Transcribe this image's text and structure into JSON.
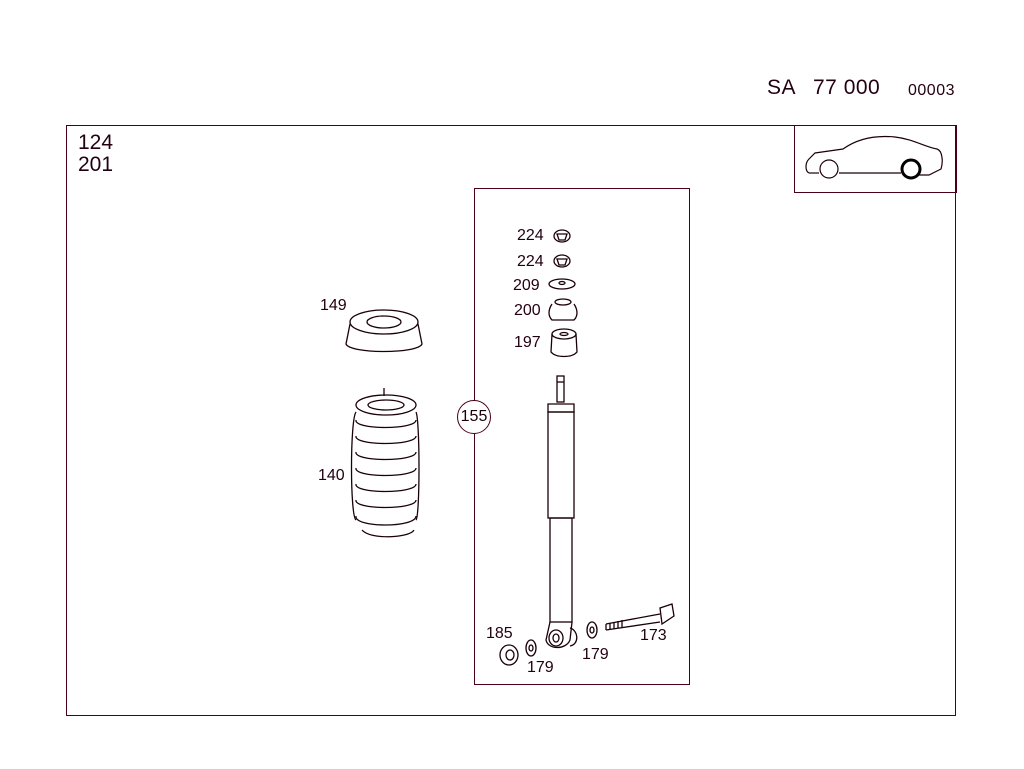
{
  "header": {
    "code_prefix": "SA",
    "code_number": "77 000",
    "sheet_number": "00003"
  },
  "model": {
    "line1": "124",
    "line2": "201"
  },
  "thumbnail": {
    "icon": "car-side-icon",
    "highlight": "rear-wheel"
  },
  "group": {
    "badge": "155"
  },
  "parts": [
    {
      "id": "149",
      "label": "149",
      "name": "spring-pad"
    },
    {
      "id": "140",
      "label": "140",
      "name": "coil-spring"
    },
    {
      "id": "224a",
      "label": "224",
      "name": "nut"
    },
    {
      "id": "224b",
      "label": "224",
      "name": "nut"
    },
    {
      "id": "209",
      "label": "209",
      "name": "washer"
    },
    {
      "id": "200",
      "label": "200",
      "name": "rubber-bushing"
    },
    {
      "id": "197",
      "label": "197",
      "name": "rubber-mount"
    },
    {
      "id": "185",
      "label": "185",
      "name": "lock-nut"
    },
    {
      "id": "179a",
      "label": "179",
      "name": "washer"
    },
    {
      "id": "179b",
      "label": "179",
      "name": "washer"
    },
    {
      "id": "173",
      "label": "173",
      "name": "bolt"
    }
  ],
  "colors": {
    "line": "#4a0018",
    "text": "#220010",
    "background": "#ffffff"
  }
}
